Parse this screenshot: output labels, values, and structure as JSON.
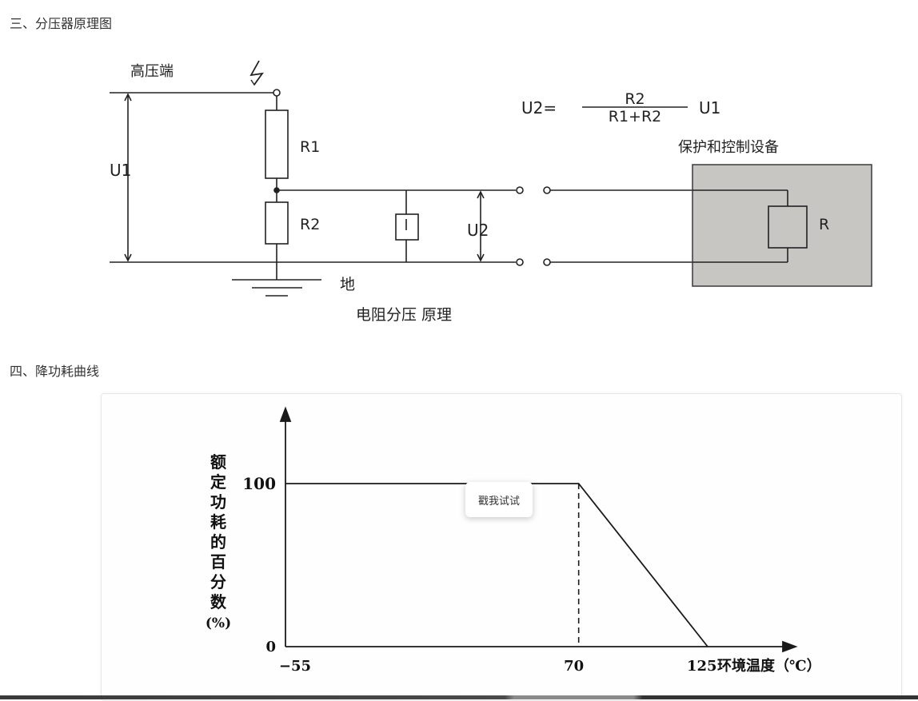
{
  "sections": {
    "divider_title": "三、分压器原理图",
    "derating_title": "四、降功耗曲线"
  },
  "circuit": {
    "hv_label": "高压端",
    "u1_label": "U1",
    "r1_label": "R1",
    "r2_label": "R2",
    "u2_label": "U2",
    "ground_label": "地",
    "formula_left": "U2=",
    "formula_num": "R2",
    "formula_den": "R1+R2",
    "formula_right": "U1",
    "device_label": "保护和控制设备",
    "device_r_label": "R",
    "caption": "电阻分压 原理"
  },
  "chart_data": {
    "type": "line",
    "ylabel": "额定功耗的百分数(%)",
    "xlabel": "环境温度（℃）",
    "x_ticks": [
      "−55",
      "70",
      "125"
    ],
    "y_ticks": [
      "100",
      "0"
    ],
    "x": [
      -55,
      70,
      125
    ],
    "series": [
      {
        "values": [
          100,
          100,
          0
        ]
      }
    ],
    "xlim": [
      -55,
      125
    ],
    "ylim": [
      0,
      100
    ],
    "dashed_marker_x": 70
  },
  "overlay": {
    "try_button_label": "戳我试试"
  },
  "colors": {
    "device_box": "#c8c6c3",
    "line": "#1a1a1a"
  }
}
